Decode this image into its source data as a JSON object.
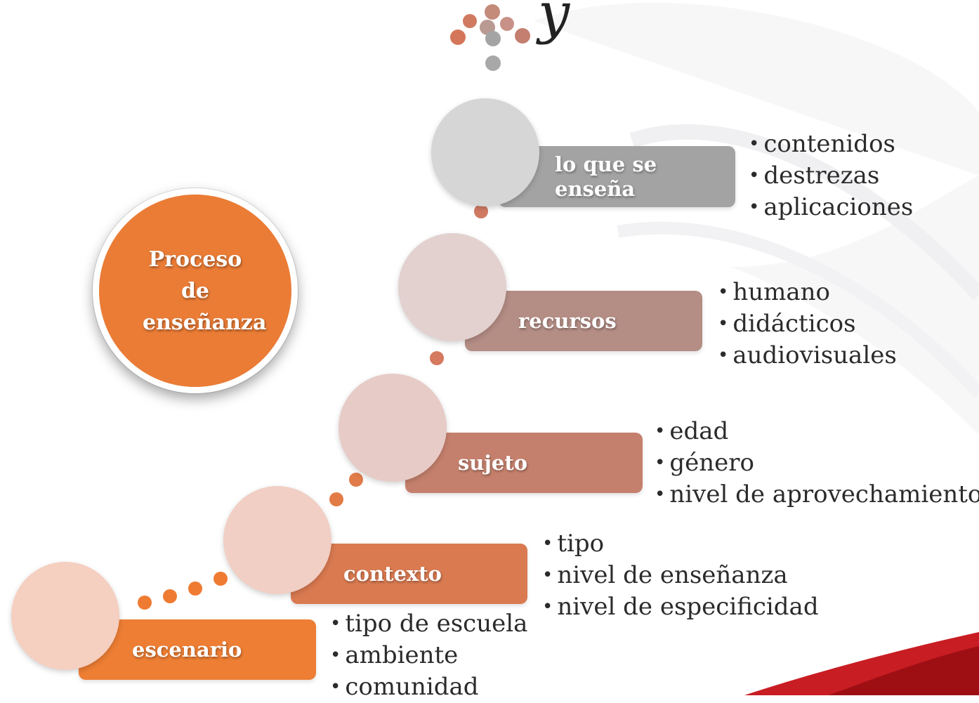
{
  "title_fragment": "y",
  "main": {
    "label": "Proceso de enseñanza"
  },
  "steps": [
    {
      "label": "escenario",
      "items": [
        "tipo de escuela",
        "ambiente",
        "comunidad"
      ]
    },
    {
      "label": "contexto",
      "items": [
        "tipo",
        "nivel de enseñanza",
        "nivel de especificidad"
      ]
    },
    {
      "label": "sujeto",
      "items": [
        "edad",
        "género",
        "nivel de aprovechamiento"
      ]
    },
    {
      "label": "recursos",
      "items": [
        "humano",
        "didácticos",
        "audiovisuales"
      ]
    },
    {
      "label": "lo que se enseña",
      "items": [
        "contenidos",
        "destrezas",
        "aplicaciones"
      ]
    }
  ],
  "colors": {
    "main": "#ea7c36",
    "escenario": "#ec7d33",
    "contexto": "#d97850",
    "sujeto": "#c4806c",
    "recursos": "#b48d84",
    "lo_que_se_ensena": "#a1a1a1"
  }
}
